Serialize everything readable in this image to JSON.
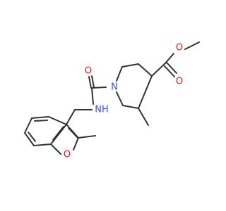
{
  "molecule": {
    "atoms": {
      "o_carbonyl_ester": {
        "text": "O",
        "color": "#ff0d0d"
      },
      "o_ester": {
        "text": "O",
        "color": "#ff0d0d"
      },
      "n_ring": {
        "text": "N",
        "color": "#3050f8"
      },
      "o_amide": {
        "text": "O",
        "color": "#ff0d0d"
      },
      "nh_amide": {
        "text": "NH",
        "color": "#3050f8"
      },
      "o_furan": {
        "text": "O",
        "color": "#ff0d0d"
      }
    },
    "colors": {
      "carbon_bond": "#333333",
      "oxygen": "#ff0d0d",
      "nitrogen": "#3050f8"
    }
  }
}
